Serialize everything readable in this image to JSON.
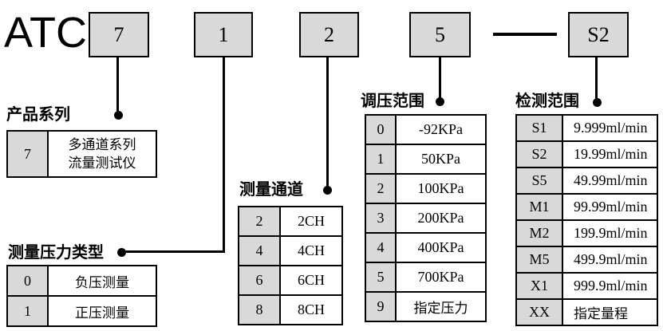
{
  "code": {
    "prefix": "ATC",
    "segments": [
      "7",
      "1",
      "2",
      "5",
      "S2"
    ],
    "separator": "—"
  },
  "tables": [
    {
      "id": "product-series",
      "title": "产品系列",
      "rows": [
        {
          "key": "7",
          "value": "多通道系列\n流量测试仪"
        }
      ]
    },
    {
      "id": "pressure-type",
      "title": "测量压力类型",
      "rows": [
        {
          "key": "0",
          "value": "负压测量"
        },
        {
          "key": "1",
          "value": "正压测量"
        }
      ]
    },
    {
      "id": "channels",
      "title": "测量通道",
      "rows": [
        {
          "key": "2",
          "value": "2CH"
        },
        {
          "key": "4",
          "value": "4CH"
        },
        {
          "key": "6",
          "value": "6CH"
        },
        {
          "key": "8",
          "value": "8CH"
        }
      ]
    },
    {
      "id": "pressure-range",
      "title": "调压范围",
      "rows": [
        {
          "key": "0",
          "value": "-92KPa"
        },
        {
          "key": "1",
          "value": "50KPa"
        },
        {
          "key": "2",
          "value": "100KPa"
        },
        {
          "key": "3",
          "value": "200KPa"
        },
        {
          "key": "4",
          "value": "400KPa"
        },
        {
          "key": "5",
          "value": "700KPa"
        },
        {
          "key": "9",
          "value": "指定压力"
        }
      ]
    },
    {
      "id": "detection-range",
      "title": "检测范围",
      "rows": [
        {
          "key": "S1",
          "value": "9.999ml/min"
        },
        {
          "key": "S2",
          "value": "19.99ml/min"
        },
        {
          "key": "S5",
          "value": "49.99ml/min"
        },
        {
          "key": "M1",
          "value": "99.99ml/min"
        },
        {
          "key": "M2",
          "value": "199.9ml/min"
        },
        {
          "key": "M5",
          "value": "499.9ml/min"
        },
        {
          "key": "X1",
          "value": "999.9ml/min"
        },
        {
          "key": "XX",
          "value": "指定量程"
        }
      ]
    }
  ],
  "colors": {
    "box_fill": "#d9d9d9",
    "key_cell_fill": "#d9d9d9",
    "line": "#000000"
  }
}
